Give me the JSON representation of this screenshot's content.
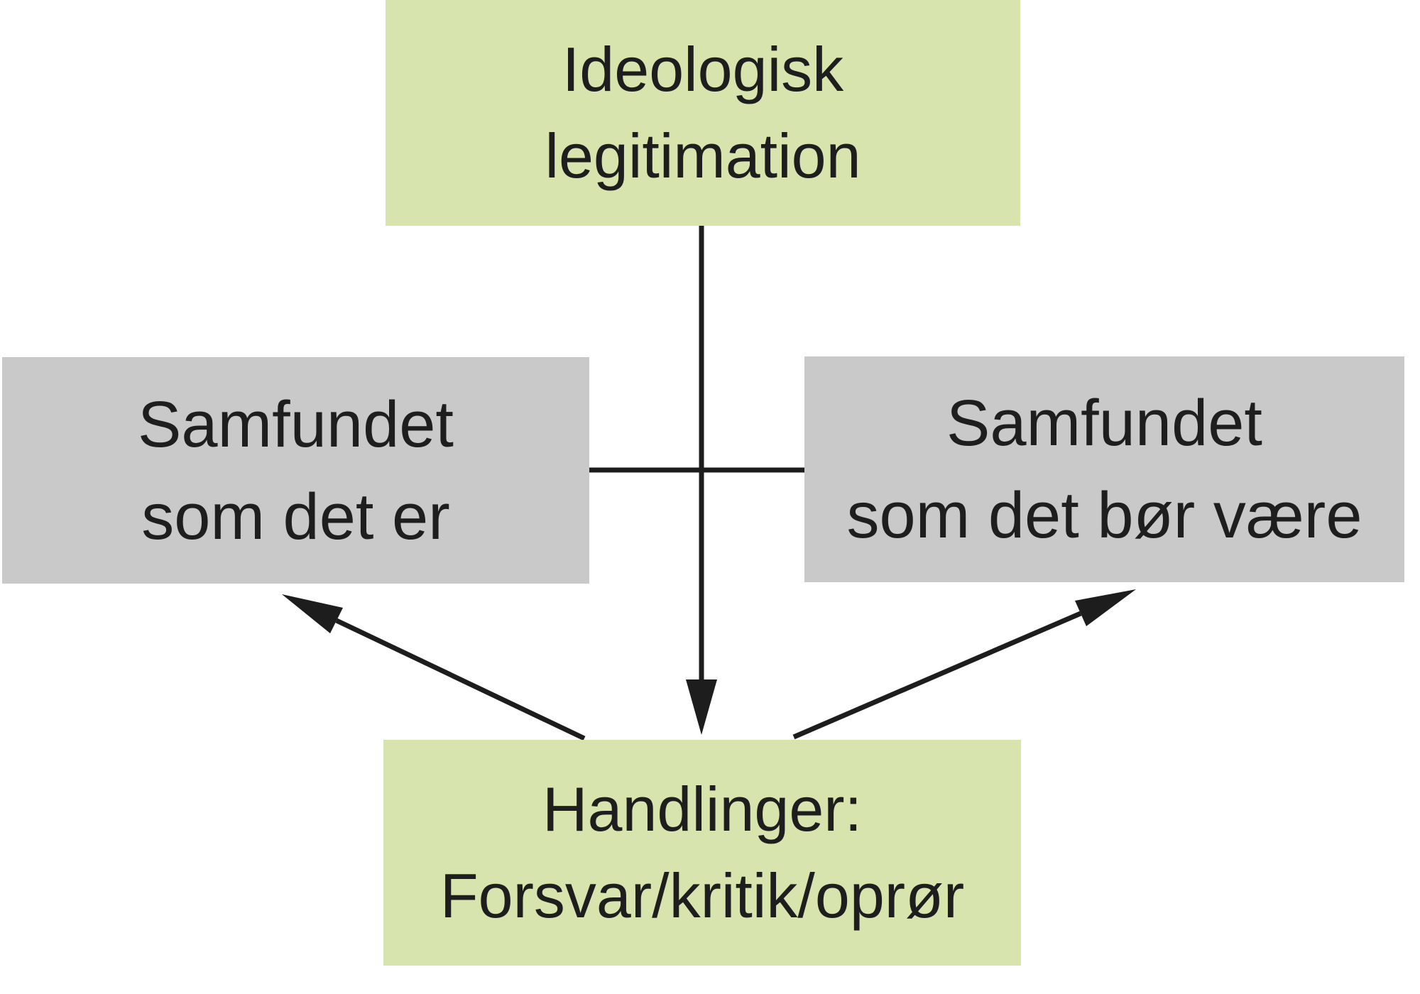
{
  "nodes": {
    "ideologisk_legitimation": {
      "lines": [
        "Ideologisk",
        "legitimation"
      ],
      "shape": "rectangle",
      "fill": "green"
    },
    "samfundet_som_det_er": {
      "lines": [
        "Samfundet",
        "som det er"
      ],
      "shape": "rectangle",
      "fill": "gray"
    },
    "samfundet_som_det_bor_vaere": {
      "lines": [
        "Samfundet",
        "som det bør være"
      ],
      "shape": "rectangle",
      "fill": "gray"
    },
    "handlinger": {
      "lines": [
        "Handlinger:",
        "Forsvar/kritik/oprør"
      ],
      "shape": "rectangle",
      "fill": "green"
    }
  },
  "edges": [
    {
      "from": "ideologisk_legitimation",
      "to": "handlinger",
      "type": "arrow",
      "direction": "down"
    },
    {
      "from": "samfundet_som_det_er",
      "to": "samfundet_som_det_bor_vaere",
      "type": "plain-line",
      "direction": "horizontal"
    },
    {
      "from": "handlinger",
      "to": "samfundet_som_det_er",
      "type": "arrow",
      "direction": "up-left"
    },
    {
      "from": "handlinger",
      "to": "samfundet_som_det_bor_vaere",
      "type": "arrow",
      "direction": "up-right"
    }
  ],
  "colors": {
    "background": "#ffffff",
    "node-green": "#d8e4ad",
    "node-gray": "#c9c9c9",
    "line": "#1d1d1d",
    "text": "#1e1e1e"
  }
}
